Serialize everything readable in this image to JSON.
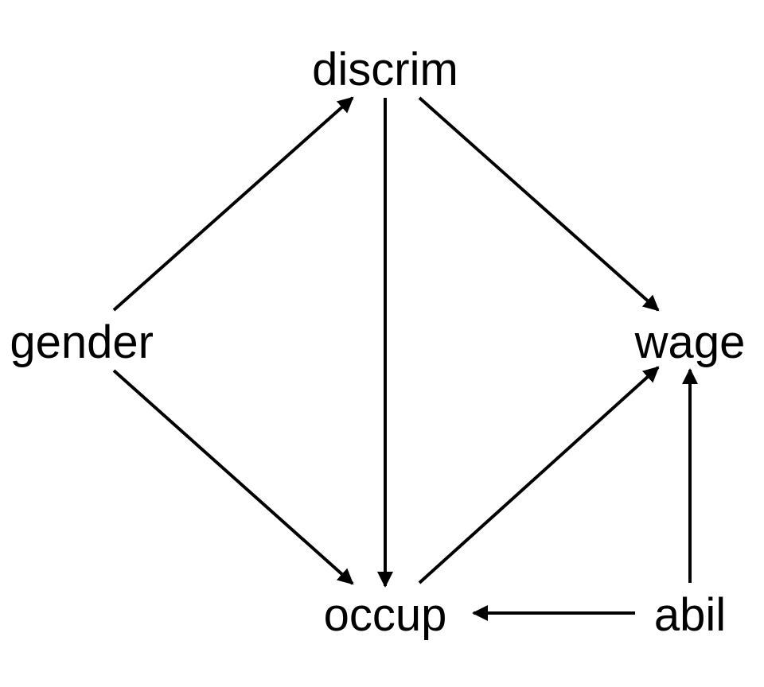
{
  "diagram": {
    "nodes": {
      "discrim": "discrim",
      "gender": "gender",
      "wage": "wage",
      "occup": "occup",
      "abil": "abil"
    },
    "edges": [
      {
        "from": "gender",
        "to": "discrim"
      },
      {
        "from": "gender",
        "to": "occup"
      },
      {
        "from": "discrim",
        "to": "occup"
      },
      {
        "from": "discrim",
        "to": "wage"
      },
      {
        "from": "occup",
        "to": "wage"
      },
      {
        "from": "abil",
        "to": "wage"
      },
      {
        "from": "abil",
        "to": "occup"
      }
    ],
    "colors": {
      "line": "#000000",
      "text": "#000000",
      "background": "#ffffff"
    }
  }
}
